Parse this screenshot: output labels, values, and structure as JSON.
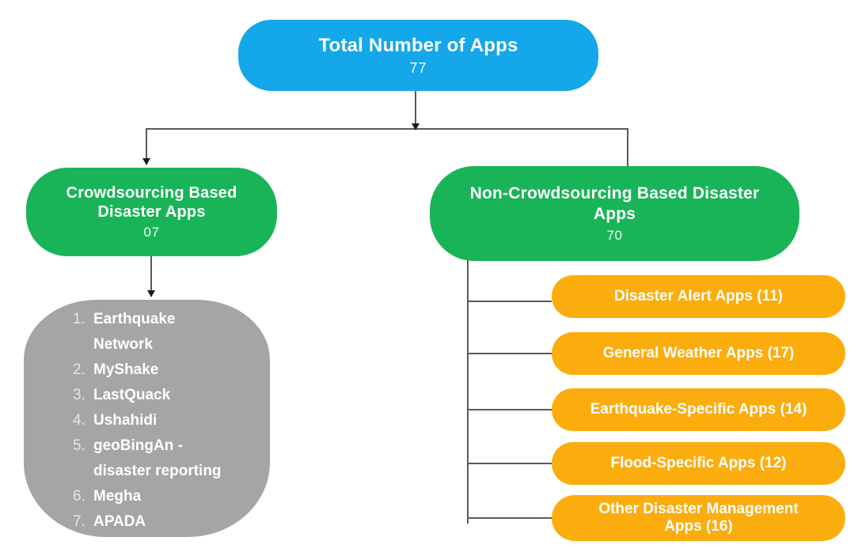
{
  "diagram": {
    "root": {
      "label": "Total Number of Apps",
      "count": "77"
    },
    "left_branch": {
      "label": "Crowdsourcing Based Disaster Apps",
      "count": "07"
    },
    "right_branch": {
      "label": "Non-Crowdsourcing Based Disaster Apps",
      "count": "70"
    },
    "crowdsourcing_apps": [
      "Earthquake Network",
      "MyShake",
      "LastQuack",
      "Ushahidi",
      "geoBingAn - disaster reporting",
      "Megha",
      "APADA"
    ],
    "non_crowdsourcing_categories": [
      "Disaster Alert Apps (11)",
      "General Weather Apps (17)",
      "Earthquake-Specific Apps (14)",
      "Flood-Specific Apps (12)",
      "Other Disaster Management Apps (16)"
    ],
    "colors": {
      "root_node": "#14A7EA",
      "branch_node": "#19B457",
      "category_pill": "#FBAD0E",
      "list_blob": "#A5A5A5",
      "connector": "#5A5A5A",
      "text": "#FFFFFF"
    }
  }
}
